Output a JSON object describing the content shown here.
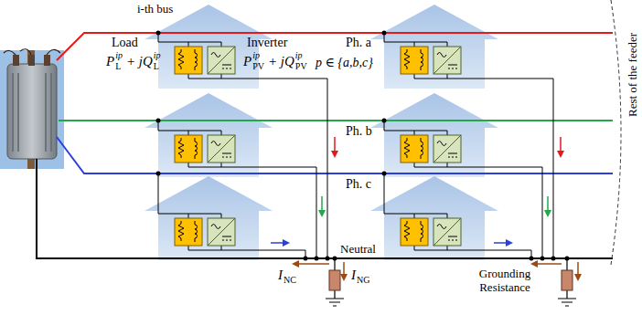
{
  "diagram": {
    "labels": [
      "i-th bus",
      "Load",
      "P",
      "L",
      "ip",
      "+ jQ",
      "L",
      "ip",
      "Inverter",
      "P",
      "PV",
      "ip",
      "+ jQ",
      "PV",
      "ip",
      "p ∈ {a,b,c}",
      "Ph. a",
      "Ph. b",
      "Ph. c",
      "Neutral",
      "Rest of the feeder",
      "I",
      "NC",
      "I",
      "NG",
      "Grounding Resistance"
    ]
  }
}
